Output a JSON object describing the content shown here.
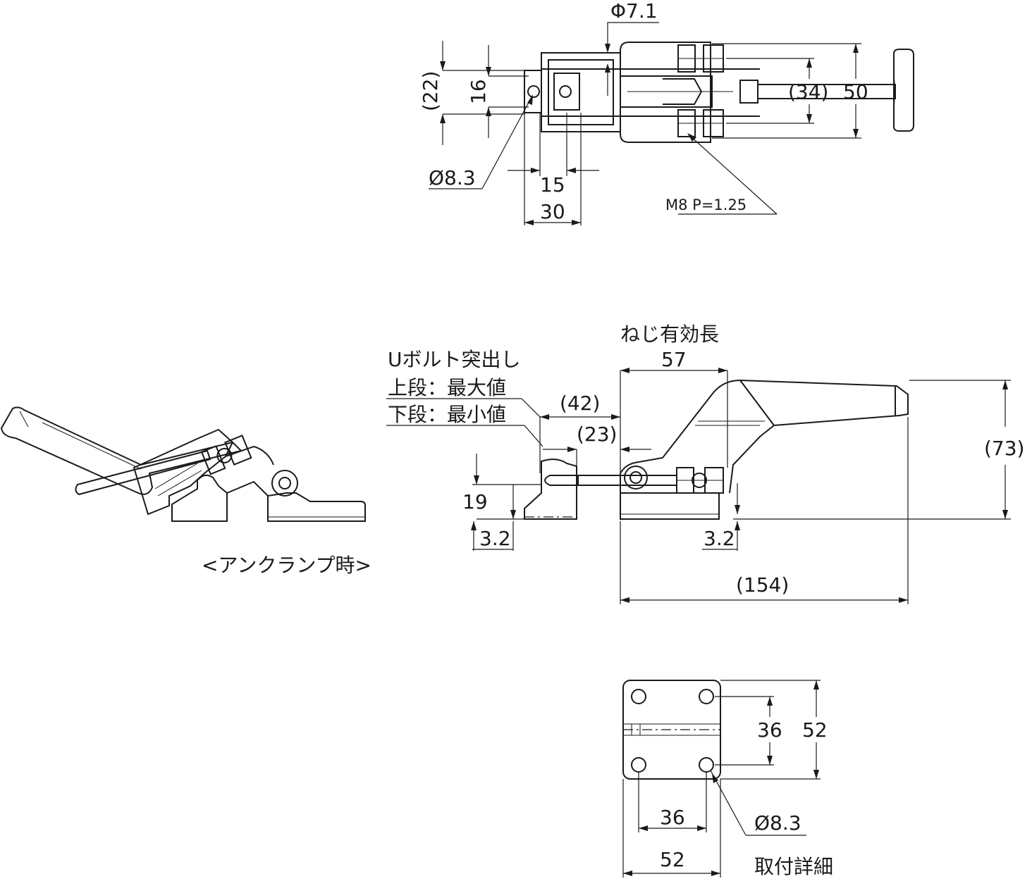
{
  "top_view": {
    "phi_71": "Φ7.1",
    "d22": "(22)",
    "d16": "16",
    "hole": "Ø8.3",
    "d15": "15",
    "d30": "30",
    "d34": "(34)",
    "d50": "50",
    "thread": "M8 P=1.25"
  },
  "side_view": {
    "thread_length_label": "ねじ有効長",
    "d57": "57",
    "ubolt_label_1": "Uボルト突出し",
    "ubolt_label_2": "上段：最大値",
    "ubolt_label_3": "下段：最小値",
    "d42": "(42)",
    "d23": "(23)",
    "d73": "(73)",
    "d19": "19",
    "d32_left": "3.2",
    "d32_right": "3.2",
    "d154": "(154)"
  },
  "unclamp_view": {
    "caption": "<アンクランプ時>"
  },
  "mount_view": {
    "d36_v": "36",
    "d52_v": "52",
    "d36_h": "36",
    "d52_h": "52",
    "hole": "Ø8.3",
    "caption": "取付詳細"
  }
}
